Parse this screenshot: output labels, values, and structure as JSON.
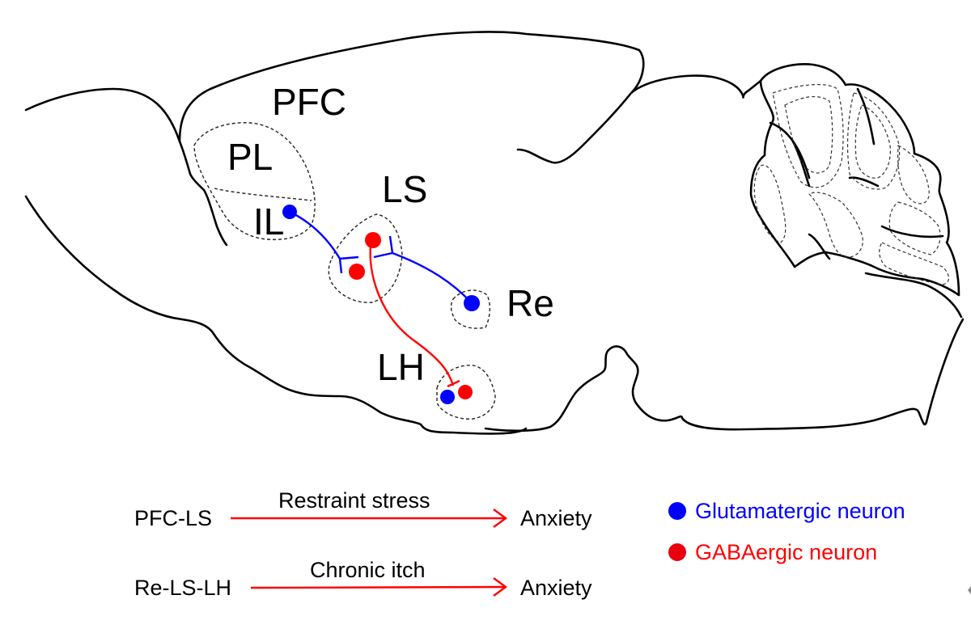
{
  "colors": {
    "glutamatergic": "#0000ff",
    "gabaergic": "#ff0000",
    "outline": "#000000",
    "arrow": "#ff0000"
  },
  "regions": {
    "pfc": "PFC",
    "pl": "PL",
    "il": "IL",
    "ls": "LS",
    "re": "Re",
    "lh": "LH"
  },
  "neurons": [
    {
      "region": "IL",
      "type": "glutamatergic"
    },
    {
      "region": "LS",
      "type": "gabaergic"
    },
    {
      "region": "LS",
      "type": "gabaergic"
    },
    {
      "region": "Re",
      "type": "glutamatergic"
    },
    {
      "region": "LH",
      "type": "glutamatergic"
    },
    {
      "region": "LH",
      "type": "gabaergic"
    }
  ],
  "projections": [
    {
      "from": "IL",
      "to": "LS",
      "type": "glutamatergic"
    },
    {
      "from": "Re",
      "to": "LS",
      "type": "glutamatergic"
    },
    {
      "from": "LS",
      "to": "LH",
      "type": "gabaergic",
      "terminal": "inhibitory"
    }
  ],
  "pathways": [
    {
      "source": "PFC-LS",
      "condition": "Restraint stress",
      "outcome": "Anxiety"
    },
    {
      "source": "Re-LS-LH",
      "condition": "Chronic itch",
      "outcome": "Anxiety"
    }
  ],
  "legend": [
    {
      "label": "Glutamatergic neuron",
      "color": "#0000ff"
    },
    {
      "label": "GABAergic neuron",
      "color": "#ff0000"
    }
  ]
}
